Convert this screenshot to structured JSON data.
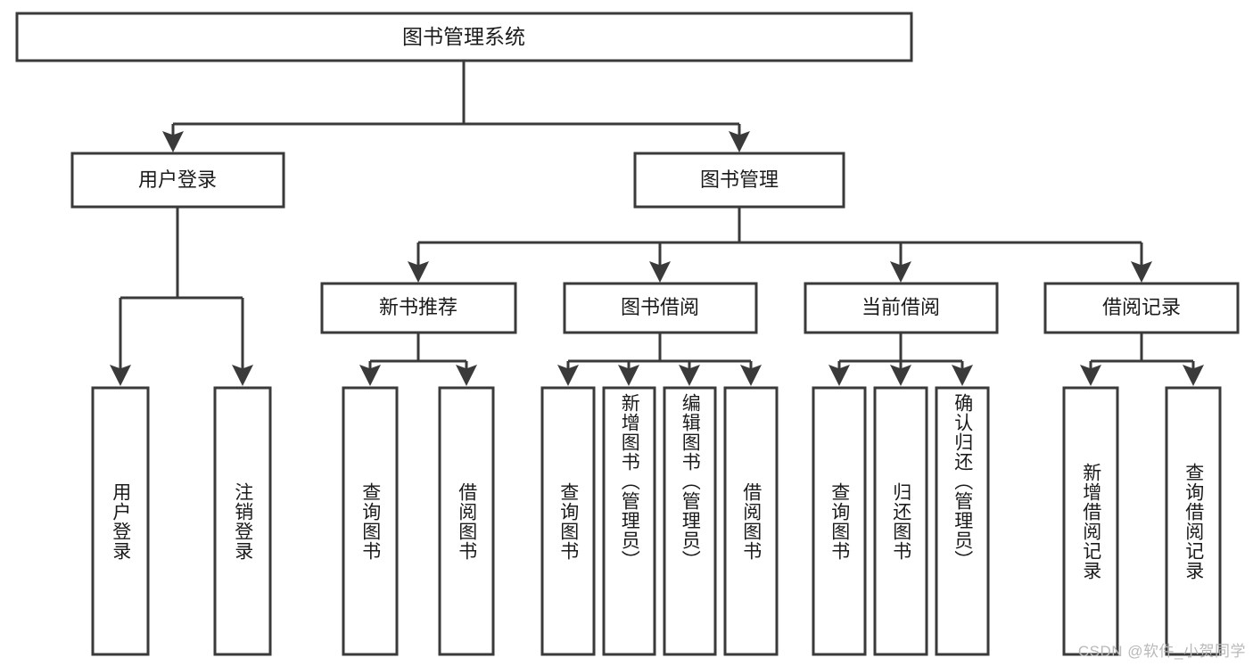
{
  "diagram": {
    "type": "tree-hierarchy",
    "title": "图书管理系统",
    "orientation": "top-down",
    "colors": {
      "background": "#ffffff",
      "stroke": "#3a3a3a",
      "text": "#1b1b1b",
      "watermark": "#b9b9b9"
    },
    "levels": {
      "root": {
        "label": "图书管理系统"
      },
      "level2": [
        {
          "id": "user-login",
          "label": "用户登录"
        },
        {
          "id": "book-management",
          "label": "图书管理"
        }
      ],
      "level3": [
        {
          "id": "new-book-recommend",
          "label": "新书推荐",
          "parent": "book-management"
        },
        {
          "id": "book-borrow",
          "label": "图书借阅",
          "parent": "book-management"
        },
        {
          "id": "current-borrow",
          "label": "当前借阅",
          "parent": "book-management"
        },
        {
          "id": "borrow-record",
          "label": "借阅记录",
          "parent": "book-management"
        }
      ],
      "leaves": [
        {
          "id": "leaf-user-login",
          "label": "用户登录",
          "parent": "user-login"
        },
        {
          "id": "leaf-user-logout",
          "label": "注销登录",
          "parent": "user-login"
        },
        {
          "id": "leaf-query-book-1",
          "label": "查询图书",
          "parent": "new-book-recommend"
        },
        {
          "id": "leaf-borrow-book-1",
          "label": "借阅图书",
          "parent": "new-book-recommend"
        },
        {
          "id": "leaf-query-book-2",
          "label": "查询图书",
          "parent": "book-borrow"
        },
        {
          "id": "leaf-add-book",
          "label": "新增图书（管理员）",
          "parent": "book-borrow"
        },
        {
          "id": "leaf-edit-book",
          "label": "编辑图书（管理员）",
          "parent": "book-borrow"
        },
        {
          "id": "leaf-borrow-book-2",
          "label": "借阅图书",
          "parent": "book-borrow"
        },
        {
          "id": "leaf-query-book-3",
          "label": "查询图书",
          "parent": "current-borrow"
        },
        {
          "id": "leaf-return-book",
          "label": "归还图书",
          "parent": "current-borrow"
        },
        {
          "id": "leaf-confirm-return",
          "label": "确认归还（管理员）",
          "parent": "current-borrow"
        },
        {
          "id": "leaf-add-record",
          "label": "新增借阅记录",
          "parent": "borrow-record"
        },
        {
          "id": "leaf-query-record",
          "label": "查询借阅记录",
          "parent": "borrow-record"
        }
      ]
    },
    "watermark": "CSDN @软件_小贺同学"
  }
}
